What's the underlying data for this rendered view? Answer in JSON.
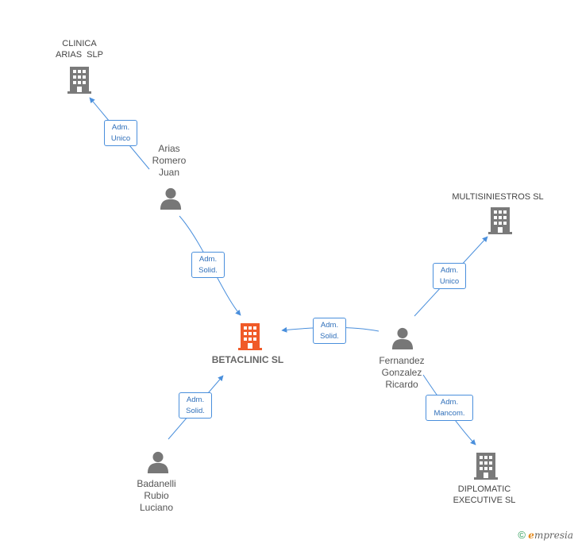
{
  "nodes": {
    "clinica": {
      "lines": [
        "CLINICA",
        "ARIAS  SLP"
      ],
      "type": "company"
    },
    "arias": {
      "lines": [
        "Arias",
        "Romero",
        "Juan"
      ],
      "type": "person"
    },
    "multisiniestros": {
      "lines": [
        "MULTISINIESTROS SL"
      ],
      "type": "company"
    },
    "betaclinic": {
      "lines": [
        "BETACLINIC SL"
      ],
      "type": "company-main"
    },
    "fernandez": {
      "lines": [
        "Fernandez",
        "Gonzalez",
        "Ricardo"
      ],
      "type": "person"
    },
    "badanelli": {
      "lines": [
        "Badanelli",
        "Rubio",
        "Luciano"
      ],
      "type": "person"
    },
    "diplomatic": {
      "lines": [
        "DIPLOMATIC",
        "EXECUTIVE SL"
      ],
      "type": "company"
    }
  },
  "edges": [
    {
      "from": "arias",
      "to": "clinica",
      "role": [
        "Adm.",
        "Unico"
      ]
    },
    {
      "from": "arias",
      "to": "betaclinic",
      "role": [
        "Adm.",
        "Solid."
      ]
    },
    {
      "from": "fernandez",
      "to": "betaclinic",
      "role": [
        "Adm.",
        "Solid."
      ]
    },
    {
      "from": "fernandez",
      "to": "multisiniestros",
      "role": [
        "Adm.",
        "Unico"
      ]
    },
    {
      "from": "fernandez",
      "to": "diplomatic",
      "role": [
        "Adm.",
        "Mancom."
      ]
    },
    {
      "from": "badanelli",
      "to": "betaclinic",
      "role": [
        "Adm.",
        "Solid."
      ]
    }
  ],
  "colors": {
    "edge": "#4a8fdc",
    "company_icon": "#7a7a7a",
    "main_icon": "#f05a28",
    "person_icon": "#777777"
  },
  "footer": {
    "copyright": "©",
    "brand_initial": "e",
    "brand_rest": "mpresia"
  }
}
